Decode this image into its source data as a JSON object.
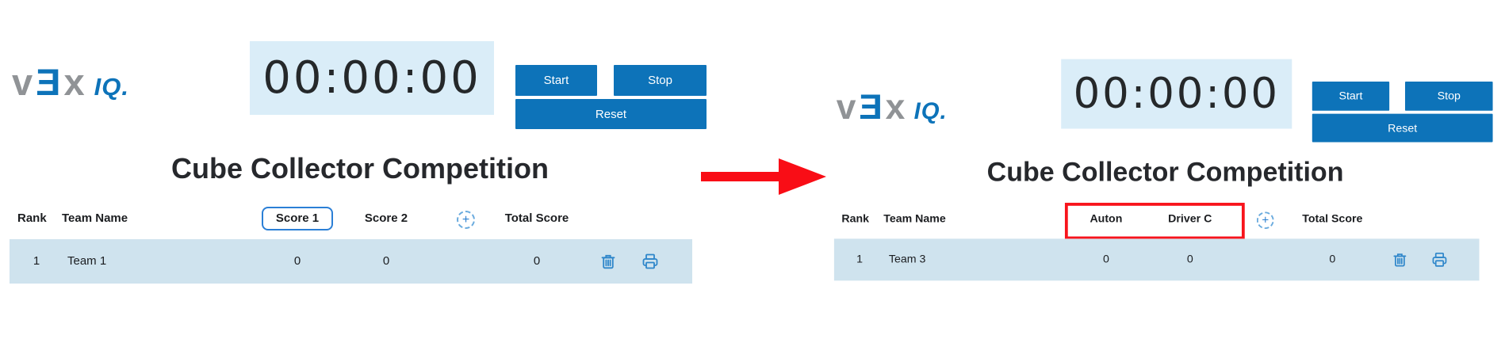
{
  "colors": {
    "vex_blue": "#0d73b9",
    "timer_background": "#daedf8",
    "row_background": "#cfe3ee",
    "score1_box_border": "#2b7fd6",
    "annotation_red": "#f90d16",
    "icon_blue": "#2e86ca",
    "title_color": "#26282c"
  },
  "icons": {
    "plus": "+"
  },
  "arrow": {
    "direction": "right",
    "color": "#f90d16"
  },
  "panels": [
    {
      "logo": {
        "v": "v",
        "e": "Ǝ",
        "x": "x",
        "iq": "IQ."
      },
      "timer": {
        "value": "00:00:00"
      },
      "buttons": {
        "start": "Start",
        "stop": "Stop",
        "reset": "Reset"
      },
      "title": "Cube Collector Competition",
      "table": {
        "headers": {
          "rank": "Rank",
          "team": "Team Name",
          "score1": "Score 1",
          "score2": "Score 2",
          "total": "Total Score"
        },
        "row": {
          "rank": "1",
          "team": "Team 1",
          "score1": "0",
          "score2": "0",
          "total": "0"
        }
      }
    },
    {
      "logo": {
        "v": "v",
        "e": "Ǝ",
        "x": "x",
        "iq": "IQ."
      },
      "timer": {
        "value": "00:00:00"
      },
      "buttons": {
        "start": "Start",
        "stop": "Stop",
        "reset": "Reset"
      },
      "title": "Cube Collector Competition",
      "table": {
        "headers": {
          "rank": "Rank",
          "team": "Team Name",
          "score1": "Auton",
          "score2": "Driver C",
          "total": "Total Score"
        },
        "row": {
          "rank": "1",
          "team": "Team 3",
          "score1": "0",
          "score2": "0",
          "total": "0"
        }
      }
    }
  ]
}
